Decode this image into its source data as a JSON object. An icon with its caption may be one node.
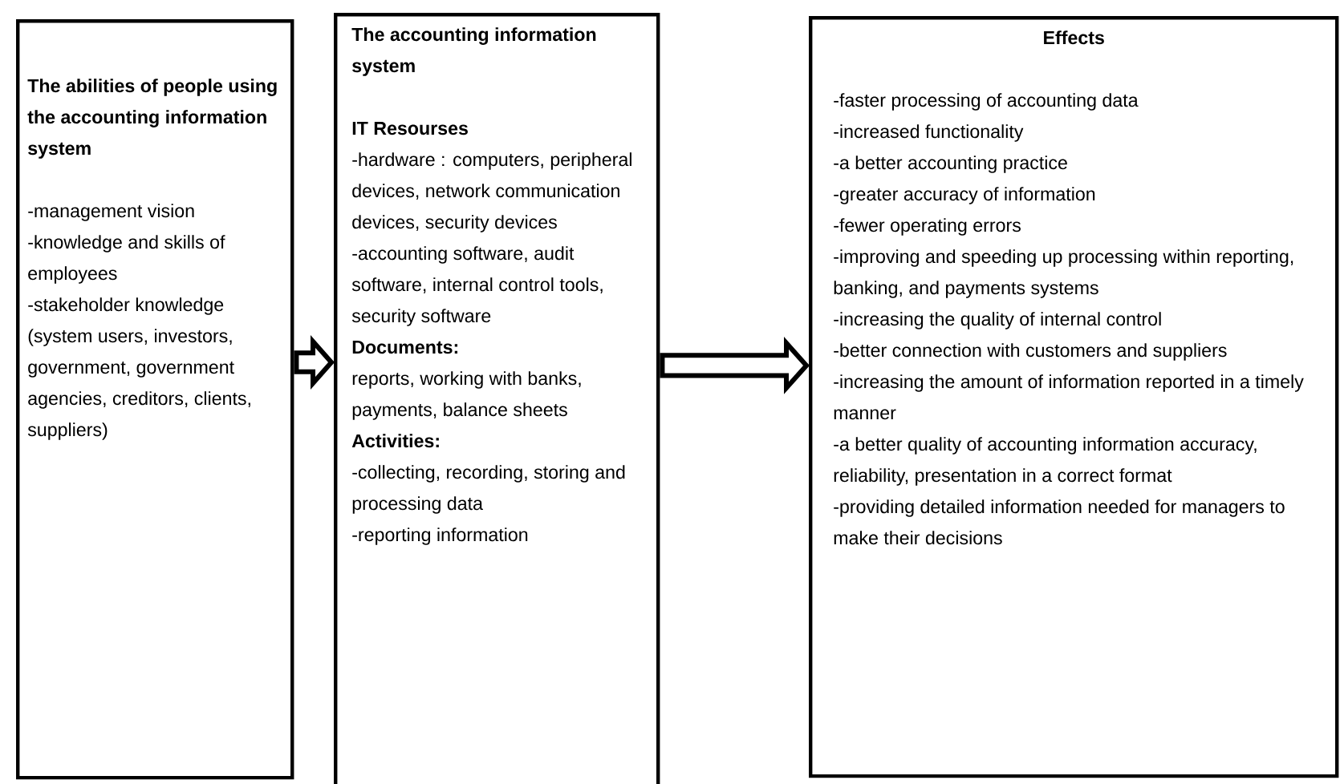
{
  "diagram": {
    "nodes": [
      {
        "text": [
          "The abilities of people using the accounting information system",
          "-management vision",
          "-knowledge and skills of employees",
          "-stakeholder knowledge (system users, investors, government, government agencies, creditors, clients, suppliers)"
        ]
      },
      {
        "text": [
          "The accounting information system",
          "IT Resourses",
          "-hardware : computers, peripheral devices, network communication devices, security devices",
          "-accounting software, audit software, internal control tools, security software",
          "Documents:",
          "reports, working with banks, payments, balance sheets",
          "Activities:",
          "-collecting, recording, storing and processing data",
          "-reporting information"
        ]
      },
      {
        "text": [
          "Effects",
          "-faster processing of accounting data",
          "-increased functionality",
          "-a better accounting practice",
          "-greater accuracy of information",
          "-fewer operating errors",
          "-improving and speeding up processing within reporting, banking, and payments systems",
          "-increasing the quality of internal control",
          "-better connection with customers and suppliers",
          "-increasing the amount of information reported in a timely manner",
          "-a better quality of accounting information accuracy, reliability, presentation in a correct format",
          "-providing detailed information needed for managers to make their decisions"
        ]
      }
    ],
    "edges": [
      {
        "from": 0,
        "to": 1,
        "arrow": "to",
        "style": "thick"
      },
      {
        "from": 1,
        "to": 2,
        "arrow": "to",
        "style": "thick"
      }
    ]
  }
}
